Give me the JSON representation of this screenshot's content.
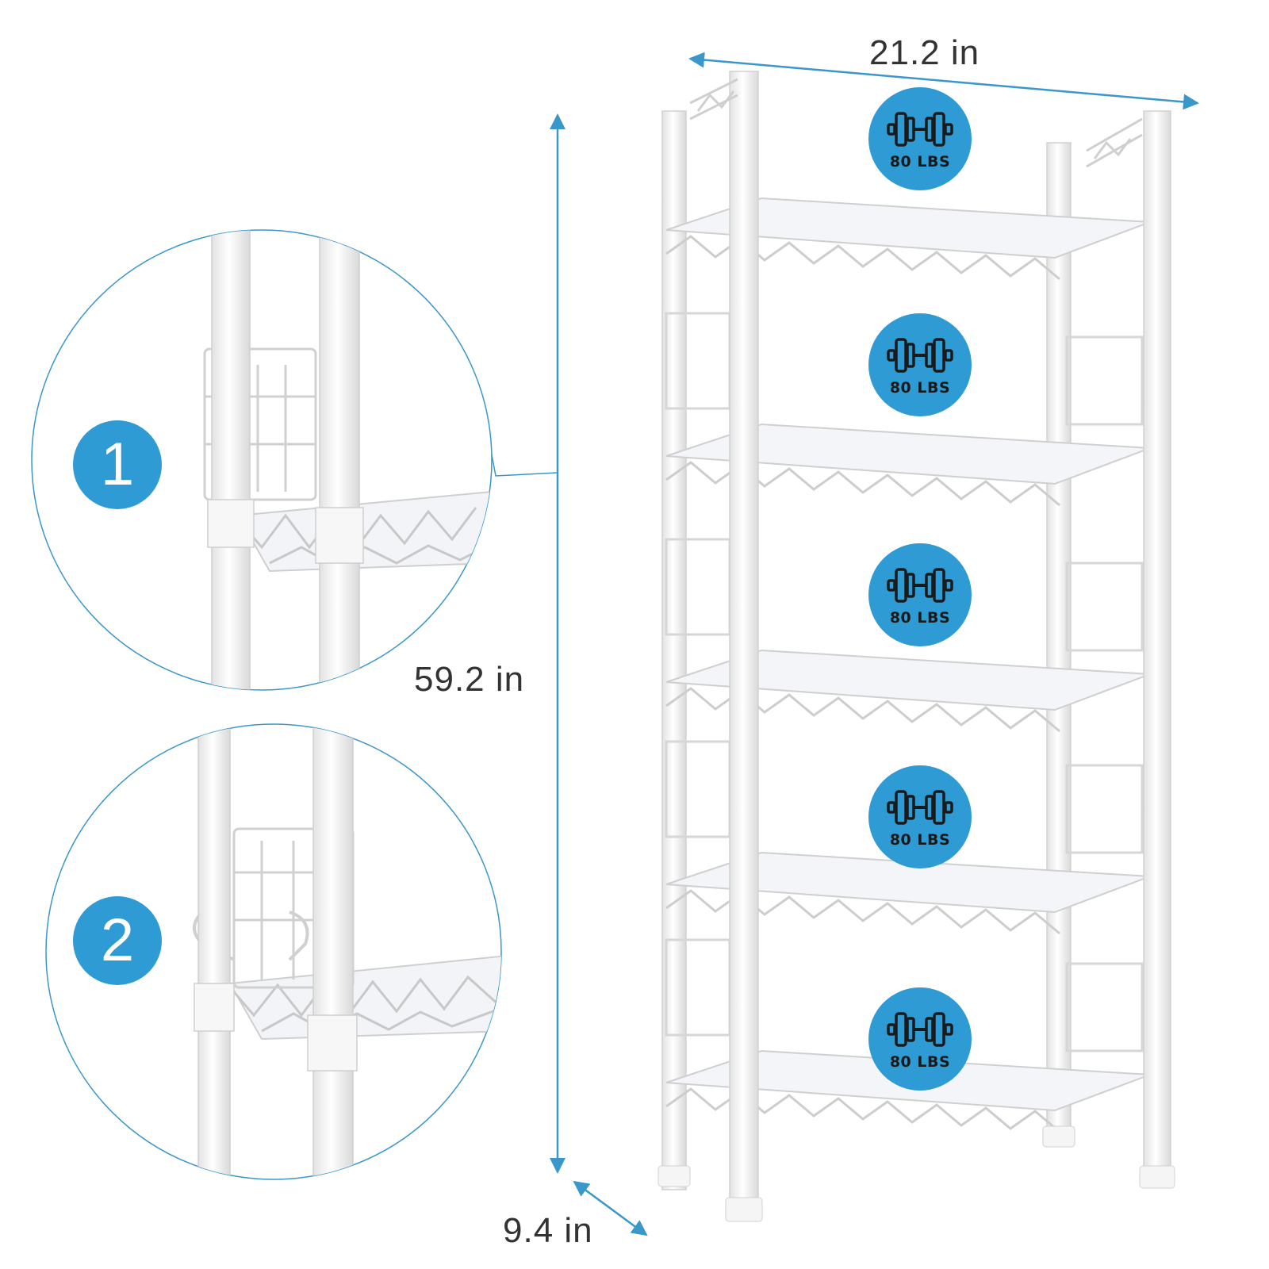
{
  "dimensions": {
    "width": "21.2 in",
    "height": "59.2 in",
    "depth": "9.4 in"
  },
  "detail_callouts": [
    {
      "number": "1"
    },
    {
      "number": "2"
    }
  ],
  "shelf_badges": [
    {
      "label": "80 LBS",
      "icon": "dumbbell-icon"
    },
    {
      "label": "80 LBS",
      "icon": "dumbbell-icon"
    },
    {
      "label": "80 LBS",
      "icon": "dumbbell-icon"
    },
    {
      "label": "80 LBS",
      "icon": "dumbbell-icon"
    },
    {
      "label": "80 LBS",
      "icon": "dumbbell-icon"
    }
  ],
  "colors": {
    "accent": "#2f9bd4",
    "dimension_line": "#3a97c9",
    "text": "#333333",
    "rack": "#f4f4f4",
    "rack_edge": "#cfcfcf"
  }
}
